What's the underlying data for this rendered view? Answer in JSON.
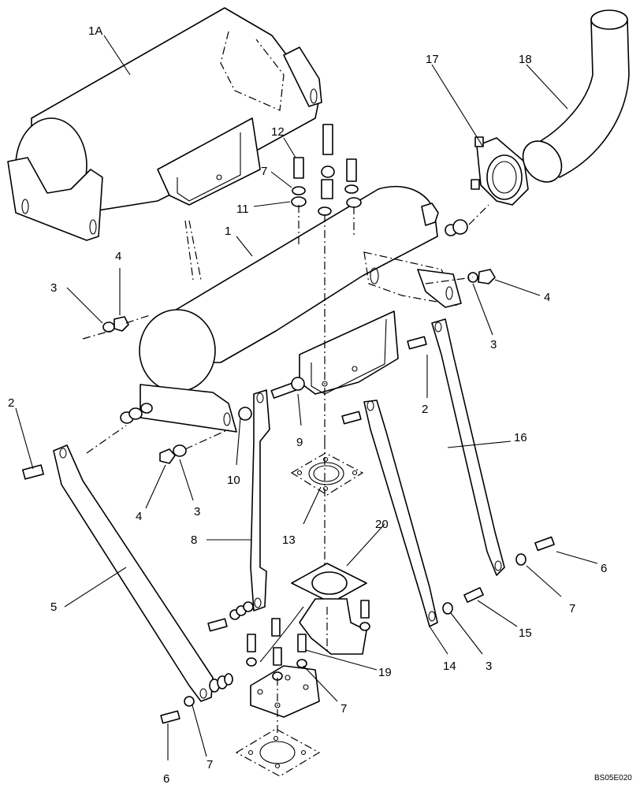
{
  "labels": {
    "l1A": "1A",
    "l1": "1",
    "l2a": "2",
    "l2b": "2",
    "l3a": "3",
    "l3b": "3",
    "l3c": "3",
    "l3d": "3",
    "l4a": "4",
    "l4b": "4",
    "l4c": "4",
    "l5": "5",
    "l6a": "6",
    "l6b": "6",
    "l7a": "7",
    "l7b": "7",
    "l7c": "7",
    "l7d": "7",
    "l8": "8",
    "l9": "9",
    "l10": "10",
    "l11": "11",
    "l12": "12",
    "l13": "13",
    "l14": "14",
    "l15": "15",
    "l16": "16",
    "l17": "17",
    "l18": "18",
    "l19": "19",
    "l20": "20"
  },
  "drawing_code": "BS05E020"
}
